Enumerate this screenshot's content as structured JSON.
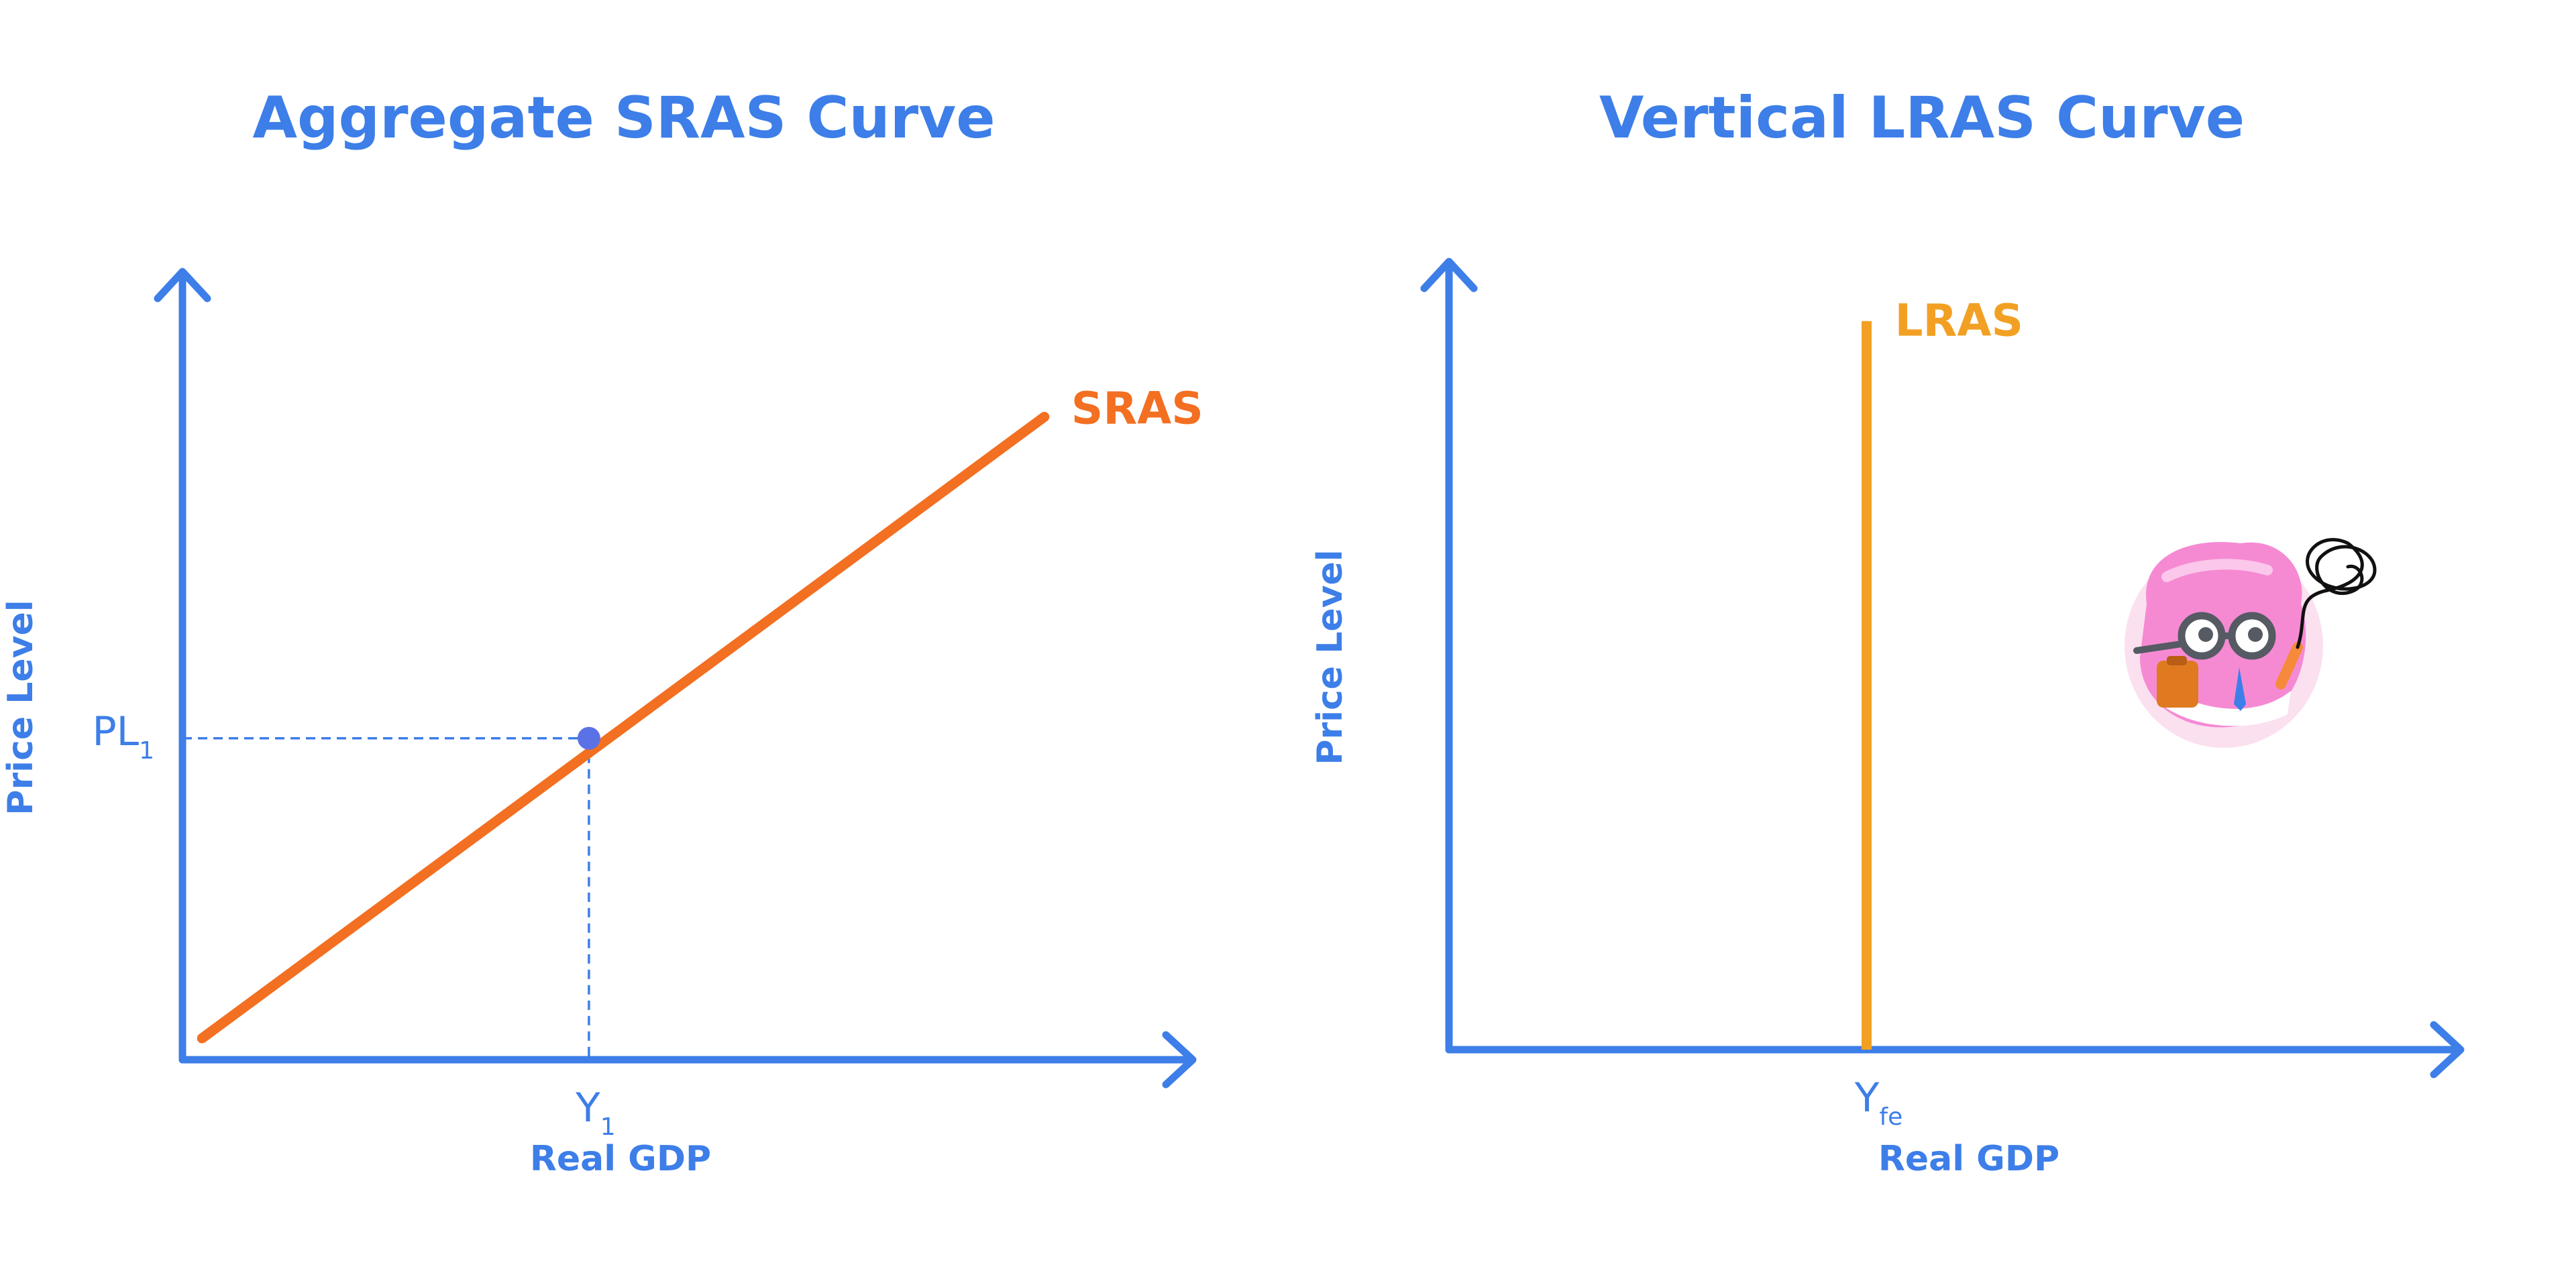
{
  "colors": {
    "axis": "#3d7ee8",
    "title": "#3d7ee8",
    "sras": "#f36f21",
    "lras": "#f2a023",
    "point": "#5b72e6",
    "guide": "#3d7ee8"
  },
  "chart_data": [
    {
      "type": "line",
      "title": "Aggregate SRAS Curve",
      "xlabel": "Real GDP",
      "ylabel": "Price Level",
      "grid": false,
      "xlim": [
        0,
        10
      ],
      "ylim": [
        0,
        10
      ],
      "series": [
        {
          "name": "SRAS",
          "x": [
            0.2,
            8.8
          ],
          "y": [
            0.3,
            9.0
          ]
        }
      ],
      "point": {
        "x": 4.15,
        "y": 4.5
      },
      "x_tick": {
        "base": "Y",
        "sub": "1",
        "value": 4.15
      },
      "y_tick": {
        "base": "PL",
        "sub": "1",
        "value": 4.5
      }
    },
    {
      "type": "line",
      "title": "Vertical LRAS Curve",
      "xlabel": "Real GDP",
      "ylabel": "Price Level",
      "grid": false,
      "xlim": [
        0,
        10
      ],
      "ylim": [
        0,
        10
      ],
      "series": [
        {
          "name": "LRAS",
          "x": [
            4.15,
            4.15
          ],
          "y": [
            0,
            10.2
          ]
        }
      ],
      "x_tick": {
        "base": "Y",
        "sub": "fe",
        "value": 4.15
      }
    }
  ],
  "mascot": {
    "description_icon": "scientist-mascot-icon"
  }
}
